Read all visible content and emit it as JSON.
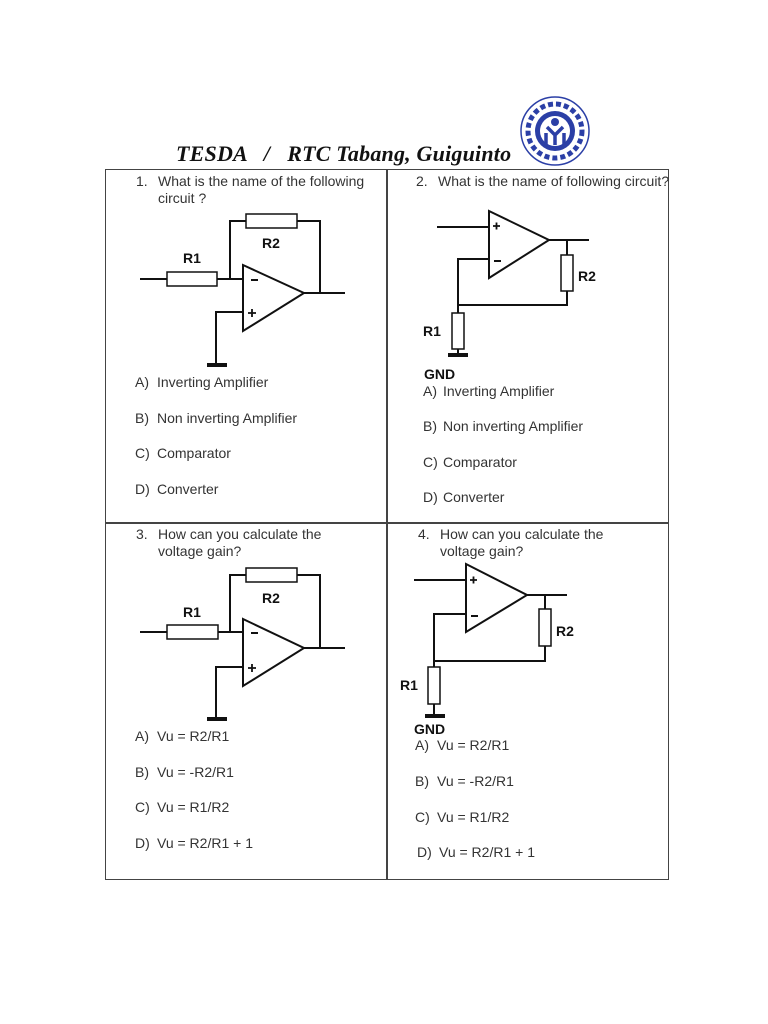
{
  "header": {
    "title": "TESDA   /   RTC Tabang, Guiguinto",
    "logo": "tesda-seal-logo",
    "logo_color": "#2b3fa6"
  },
  "questions": [
    {
      "number": "1.",
      "text": "What is the name of the following circuit ?",
      "circuit": "inverting-op-amp",
      "labels": {
        "r1": "R1",
        "r2": "R2",
        "minus": "−",
        "plus": "+"
      },
      "options": [
        {
          "letter": "A)",
          "text": "Inverting Amplifier"
        },
        {
          "letter": "B)",
          "text": "Non inverting Amplifier"
        },
        {
          "letter": "C)",
          "text": "Comparator"
        },
        {
          "letter": "D)",
          "text": "Converter"
        }
      ]
    },
    {
      "number": "2.",
      "text": "What is the name of following circuit?",
      "circuit": "non-inverting-op-amp",
      "labels": {
        "r1": "R1",
        "r2": "R2",
        "gnd": "GND",
        "minus": "−",
        "plus": "+"
      },
      "options": [
        {
          "letter": "A)",
          "text": "Inverting Amplifier"
        },
        {
          "letter": "B)",
          "text": "Non inverting Amplifier"
        },
        {
          "letter": "C)",
          "text": "Comparator"
        },
        {
          "letter": "D)",
          "text": "Converter"
        }
      ]
    },
    {
      "number": "3.",
      "text": "How can you calculate the voltage gain?",
      "circuit": "inverting-op-amp",
      "labels": {
        "r1": "R1",
        "r2": "R2",
        "minus": "−",
        "plus": "+"
      },
      "options": [
        {
          "letter": "A)",
          "text": "Vu = R2/R1"
        },
        {
          "letter": "B)",
          "text": "Vu = -R2/R1"
        },
        {
          "letter": "C)",
          "text": "Vu = R1/R2"
        },
        {
          "letter": "D)",
          "text": "Vu = R2/R1 + 1"
        }
      ]
    },
    {
      "number": "4.",
      "text": "How can you calculate the voltage gain?",
      "circuit": "non-inverting-op-amp",
      "labels": {
        "r1": "R1",
        "r2": "R2",
        "gnd": "GND",
        "minus": "−",
        "plus": "+"
      },
      "options": [
        {
          "letter": "A)",
          "text": "Vu = R2/R1"
        },
        {
          "letter": "B)",
          "text": "Vu = -R2/R1"
        },
        {
          "letter": "C)",
          "text": "Vu = R1/R2"
        },
        {
          "letter": "D)",
          "text": "Vu = R2/R1 + 1"
        }
      ]
    }
  ]
}
